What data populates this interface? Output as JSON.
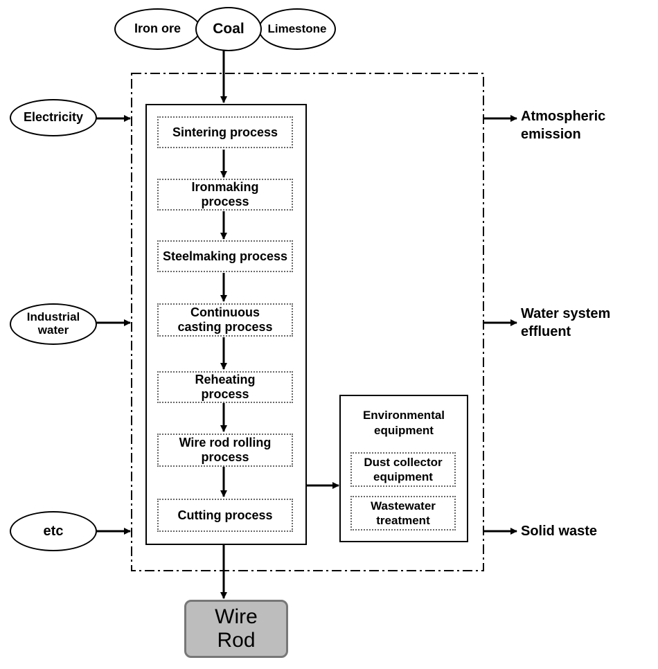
{
  "inputs_top": {
    "iron_ore": "Iron ore",
    "coal": "Coal",
    "limestone": "Limestone"
  },
  "inputs_left": {
    "electricity": "Electricity",
    "industrial_water": "Industrial water",
    "etc": "etc"
  },
  "processes": [
    "Sintering process",
    "Ironmaking process",
    "Steelmaking process",
    "Continuous casting process",
    "Reheating process",
    "Wire rod rolling process",
    "Cutting process"
  ],
  "environmental": {
    "title": "Environmental equipment",
    "items": [
      "Dust collector equipment",
      "Wastewater treatment"
    ]
  },
  "outputs": {
    "atmospheric": "Atmospheric emission",
    "water": "Water system effluent",
    "solid": "Solid waste"
  },
  "product": "Wire Rod"
}
